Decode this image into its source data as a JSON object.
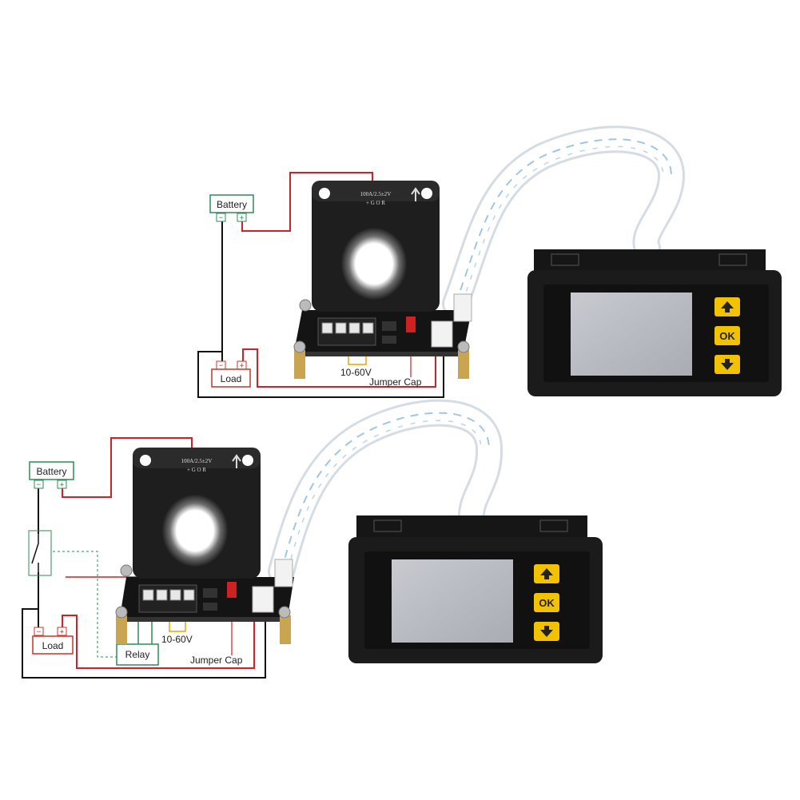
{
  "diagram_top": {
    "battery_label": "Battery",
    "load_label": "Load",
    "battery_minus": "−",
    "battery_plus": "+",
    "load_minus": "−",
    "load_plus": "+",
    "voltage_label": "10-60V",
    "jumper_label": "Jumper Cap",
    "sensor_label_1": "100A/2.5±2V",
    "sensor_label_2": "+ G O R",
    "ok_label": "OK"
  },
  "diagram_bottom": {
    "battery_label": "Battery",
    "load_label": "Load",
    "relay_label": "Relay",
    "battery_minus": "−",
    "battery_plus": "+",
    "load_minus": "−",
    "load_plus": "+",
    "voltage_label": "10-60V",
    "jumper_label": "Jumper Cap",
    "sensor_label_1": "100A/2.5±2V",
    "sensor_label_2": "+ G O R",
    "ok_label": "OK"
  },
  "colors": {
    "battery_box": "#2e8b57",
    "load_box": "#c0392b",
    "relay_box": "#2e8b57",
    "wire_red": "#d0202a",
    "wire_black": "#111111",
    "wire_yellow": "#e0a800",
    "button_yellow": "#f2c200",
    "screen": "#b9bcc4",
    "meter_body": "#1b1b1b"
  }
}
